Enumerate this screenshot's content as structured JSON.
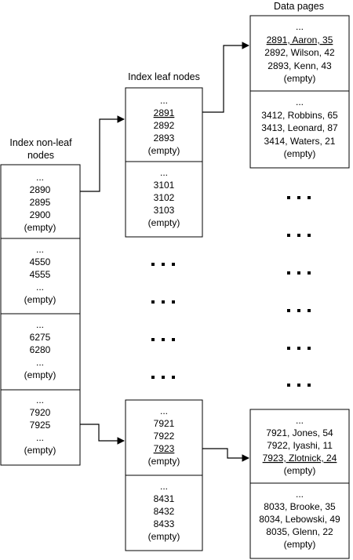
{
  "labels": {
    "data_pages": "Data pages",
    "leaf_nodes": "Index leaf nodes",
    "nonleaf_line1": "Index non-leaf",
    "nonleaf_line2": "nodes"
  },
  "nonleaf": [
    {
      "lines": [
        "...",
        "2890",
        "2895",
        "2900",
        "(empty)"
      ]
    },
    {
      "lines": [
        "...",
        "4550",
        "4555",
        "...",
        "(empty)"
      ]
    },
    {
      "lines": [
        "...",
        "6275",
        "6280",
        "...",
        "(empty)"
      ]
    },
    {
      "lines": [
        "...",
        "7920",
        "7925",
        "...",
        "(empty)"
      ]
    }
  ],
  "leaf_top": [
    {
      "lines": [
        "...",
        "2891",
        "2892",
        "2893",
        "(empty)"
      ]
    },
    {
      "lines": [
        "...",
        "3101",
        "3102",
        "3103",
        "(empty)"
      ]
    }
  ],
  "leaf_bottom": [
    {
      "lines": [
        "...",
        "7921",
        "7922",
        "7923",
        "(empty)"
      ]
    },
    {
      "lines": [
        "...",
        "8431",
        "8432",
        "8433",
        "(empty)"
      ]
    }
  ],
  "data_top": [
    {
      "lines": [
        "...",
        "2891, Aaron, 35",
        "2892, Wilson, 42",
        "2893, Kenn, 43",
        "(empty)"
      ]
    },
    {
      "lines": [
        "...",
        "3412, Robbins, 65",
        "3413, Leonard, 87",
        "3414, Waters, 21",
        "(empty)"
      ]
    }
  ],
  "data_bottom": [
    {
      "lines": [
        "...",
        "7921, Jones, 54",
        "7922, Iyashi, 11",
        "7923, Zlotnick, 24",
        "(empty)"
      ]
    },
    {
      "lines": [
        "...",
        "8033, Brooke, 35",
        "8034, Lebowski, 49",
        "8035, Glenn, 22",
        "(empty)"
      ]
    }
  ],
  "ellipsis": "..."
}
